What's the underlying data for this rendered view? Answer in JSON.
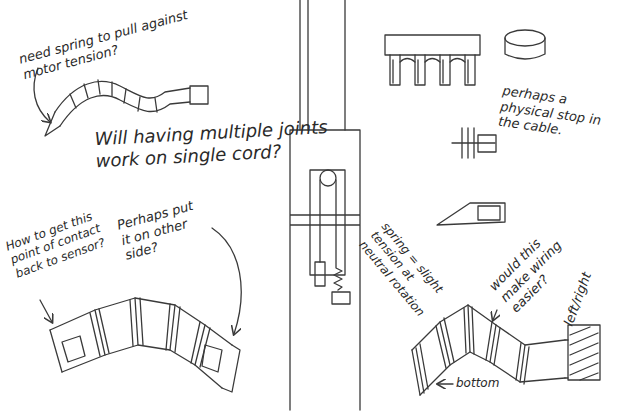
{
  "diagram": {
    "labels": [
      "need spring to pull against motor tension?",
      "Will having multiple joints work on single cord?",
      "How to get this point of contact back to sensor?",
      "Perhaps put it on other side?",
      "spring = slight tension at neutral rotation",
      "perhaps a physical stop in the cable.",
      "would this make wiring easier?",
      "bottom",
      "left/right"
    ]
  }
}
